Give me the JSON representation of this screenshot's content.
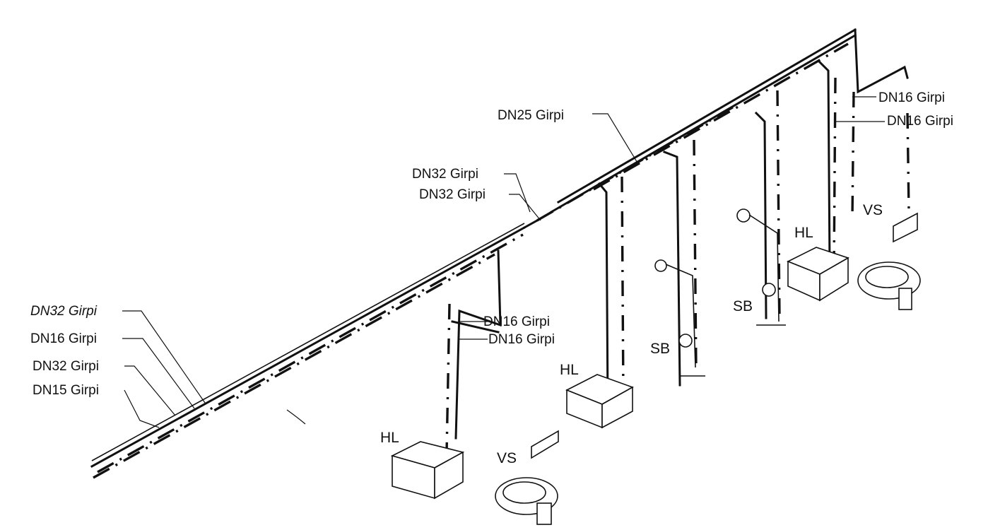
{
  "labels": {
    "dn16_top_1": "DN16 Girpi",
    "dn16_top_2": "DN16 Girpi",
    "dn25": "DN25 Girpi",
    "dn32_mid_1": "DN32 Girpi",
    "dn32_mid_2": "DN32 Girpi",
    "dn32_left_1": "DN32 Girpi",
    "dn16_left": "DN16 Girpi",
    "dn32_left_2": "DN32 Girpi",
    "dn15_left": "DN15 Girpi",
    "dn16_center_1": "DN16 Girpi",
    "dn16_center_2": "DN16 Girpi"
  },
  "fixtures": {
    "hl_1": "HL",
    "vs_1": "VS",
    "hl_2": "HL",
    "sb_1": "SB",
    "sb_2": "SB",
    "hl_3": "HL",
    "vs_2": "VS"
  }
}
